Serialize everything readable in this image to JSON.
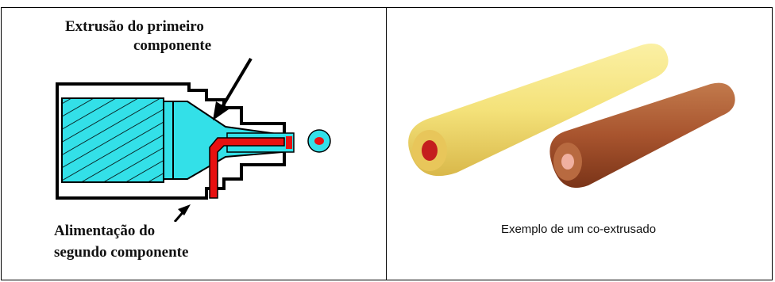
{
  "diagram": {
    "label_top_line1": "Extrusão do primeiro",
    "label_top_line2": "componente",
    "label_bottom_line1": "Alimentação do",
    "label_bottom_line2": "segundo  componente",
    "colors": {
      "first_component": "#33e0e8",
      "second_component": "#e81010",
      "outline": "#000000"
    }
  },
  "photo": {
    "caption": "Exemplo de um co-extrusado",
    "colors": {
      "yellow_snack": "#f4e27a",
      "brown_snack": "#a8542e",
      "filling": "#c41e1e"
    }
  }
}
